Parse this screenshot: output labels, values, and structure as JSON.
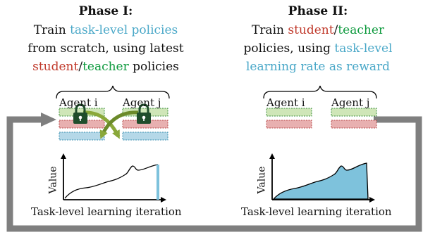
{
  "phase1": {
    "title": "Phase I:",
    "line1_prefix": "Train ",
    "line1_task": "task-level policies",
    "line2": "from scratch, using latest",
    "line3_student": "student",
    "line3_slash": "/",
    "line3_teacher": "teacher",
    "line3_suffix": " policies",
    "agent_i": "Agent i",
    "agent_j": "Agent j",
    "plot_ylabel": "Value",
    "plot_xlabel": "Task-level learning iteration"
  },
  "phase2": {
    "title": "Phase II:",
    "line1_prefix": "Train ",
    "line1_student": "student",
    "line1_slash": "/",
    "line1_teacher": "teacher",
    "line2_prefix": "policies, using ",
    "line2_task": "task-level",
    "line3_task": "learning rate as reward",
    "agent_i": "Agent i",
    "agent_j": "Agent j",
    "plot_ylabel": "Value",
    "plot_xlabel": "Task-level learning iteration"
  },
  "colors": {
    "task_blue": "#4aa8c8",
    "student_red": "#c0392b",
    "teacher_green": "#0e9a3e",
    "loop_arrow_gray": "#7f7f7f",
    "lock_dark_green": "#1f4d2b",
    "swap_arrow_olive": "#8aa83a"
  }
}
